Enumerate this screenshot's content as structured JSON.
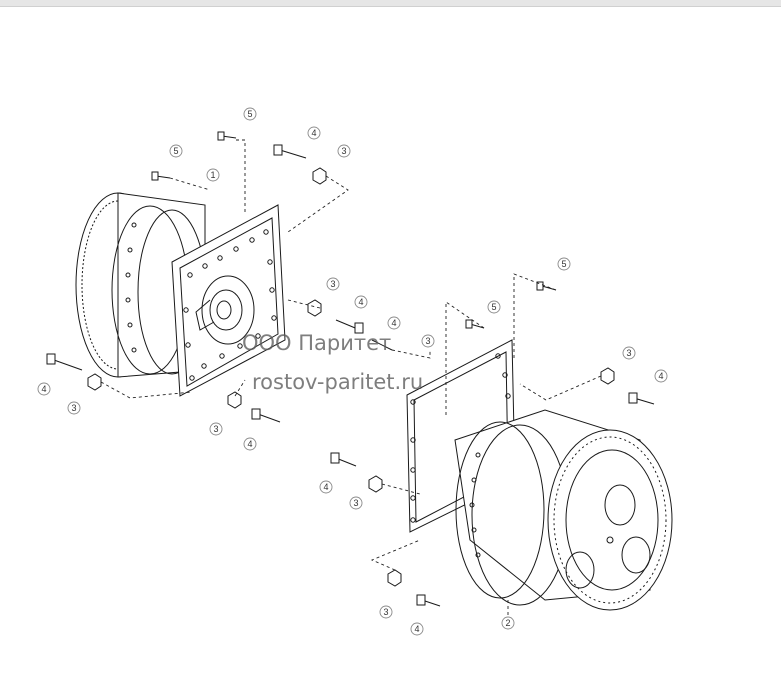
{
  "watermark": {
    "line1": "ООО Паритет",
    "line2": "rostov-paritet.ru"
  },
  "callouts": {
    "c1": "1",
    "c2": "2",
    "c3": "3",
    "c4": "4",
    "c5": "5"
  },
  "colors": {
    "line": "#1a1a1a",
    "callout_ring": "#8a8a8a",
    "watermark": "#5a5a5a",
    "background": "#ffffff"
  }
}
